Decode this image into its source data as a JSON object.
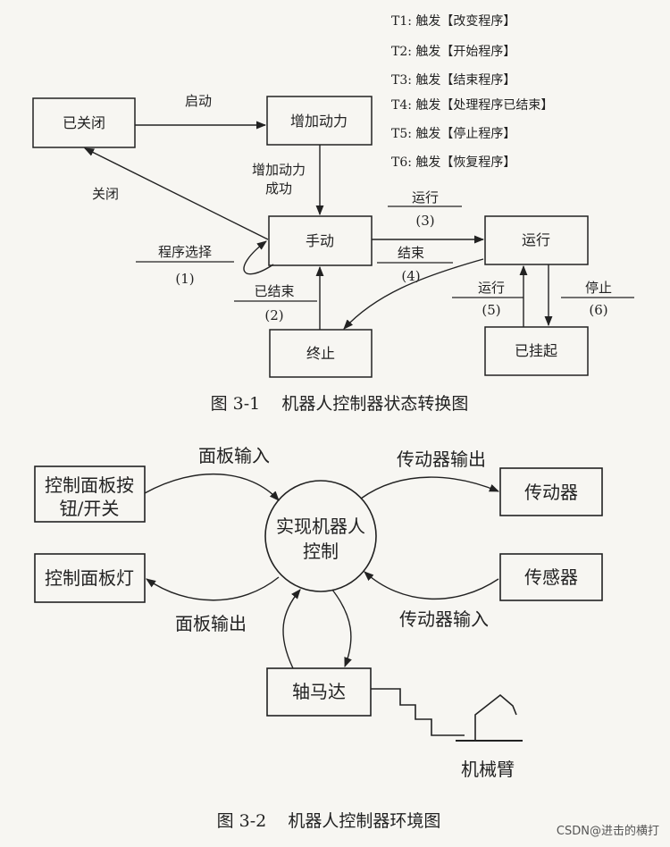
{
  "fig1": {
    "legend": [
      "T1: 触发【改变程序】",
      "T2: 触发【开始程序】",
      "T3: 触发【结束程序】",
      "T4: 触发【处理程序已结束】",
      "T5: 触发【停止程序】",
      "T6: 触发【恢复程序】"
    ],
    "states": {
      "closed": "已关闭",
      "power": "增加动力",
      "manual": "手动",
      "running": "运行",
      "terminated": "终止",
      "suspended": "已挂起"
    },
    "transitions": {
      "start": "启动",
      "close": "关闭",
      "power_ok_1": "增加动力",
      "power_ok_2": "成功",
      "select_program": "程序选择",
      "n1": "(1)",
      "ended": "已结束",
      "n2": "(2)",
      "run": "运行",
      "n3": "(3)",
      "finish": "结束",
      "n4": "(4)",
      "run2": "运行",
      "n5": "(5)",
      "stop": "停止",
      "n6": "(6)"
    },
    "caption": "图 3-1    机器人控制器状态转换图"
  },
  "fig2": {
    "nodes": {
      "panel_buttons_1": "控制面板按",
      "panel_buttons_2": "钮/开关",
      "panel_lights": "控制面板灯",
      "center_1": "实现机器人",
      "center_2": "控制",
      "actuator": "传动器",
      "sensor": "传感器",
      "motor": "轴马达",
      "arm": "机械臂"
    },
    "flows": {
      "panel_input": "面板输入",
      "panel_output": "面板输出",
      "actuator_output": "传动器输出",
      "actuator_input": "传动器输入"
    },
    "caption": "图 3-2    机器人控制器环境图"
  },
  "watermark": "CSDN@进击的横打"
}
